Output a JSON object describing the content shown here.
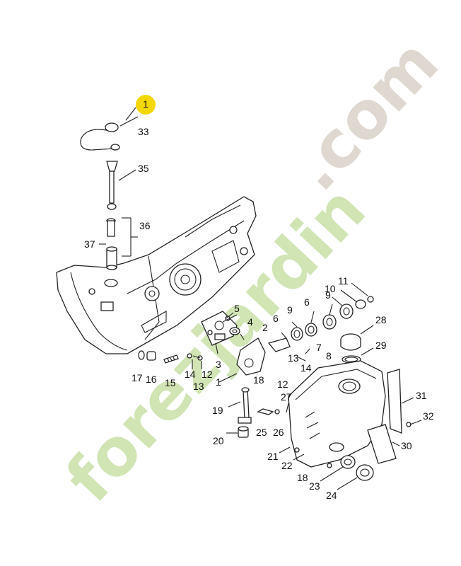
{
  "diagram": {
    "highlight_marker": {
      "label": "1",
      "color": "#F5D800"
    },
    "watermark": {
      "brand": "forezjardin",
      "suffix": ".com",
      "green": "#C9E0A8",
      "orange": "#F5C79A",
      "gray": "#D9D2C8"
    },
    "part_labels": [
      "33",
      "35",
      "36",
      "37",
      "5",
      "4",
      "2",
      "1",
      "3",
      "6",
      "6",
      "9",
      "9",
      "10",
      "11",
      "28",
      "29",
      "7",
      "8",
      "13",
      "14",
      "12",
      "18",
      "17",
      "16",
      "15",
      "14",
      "12",
      "13",
      "27",
      "19",
      "25",
      "26",
      "20",
      "21",
      "22",
      "18",
      "23",
      "24",
      "31",
      "32",
      "30"
    ]
  }
}
